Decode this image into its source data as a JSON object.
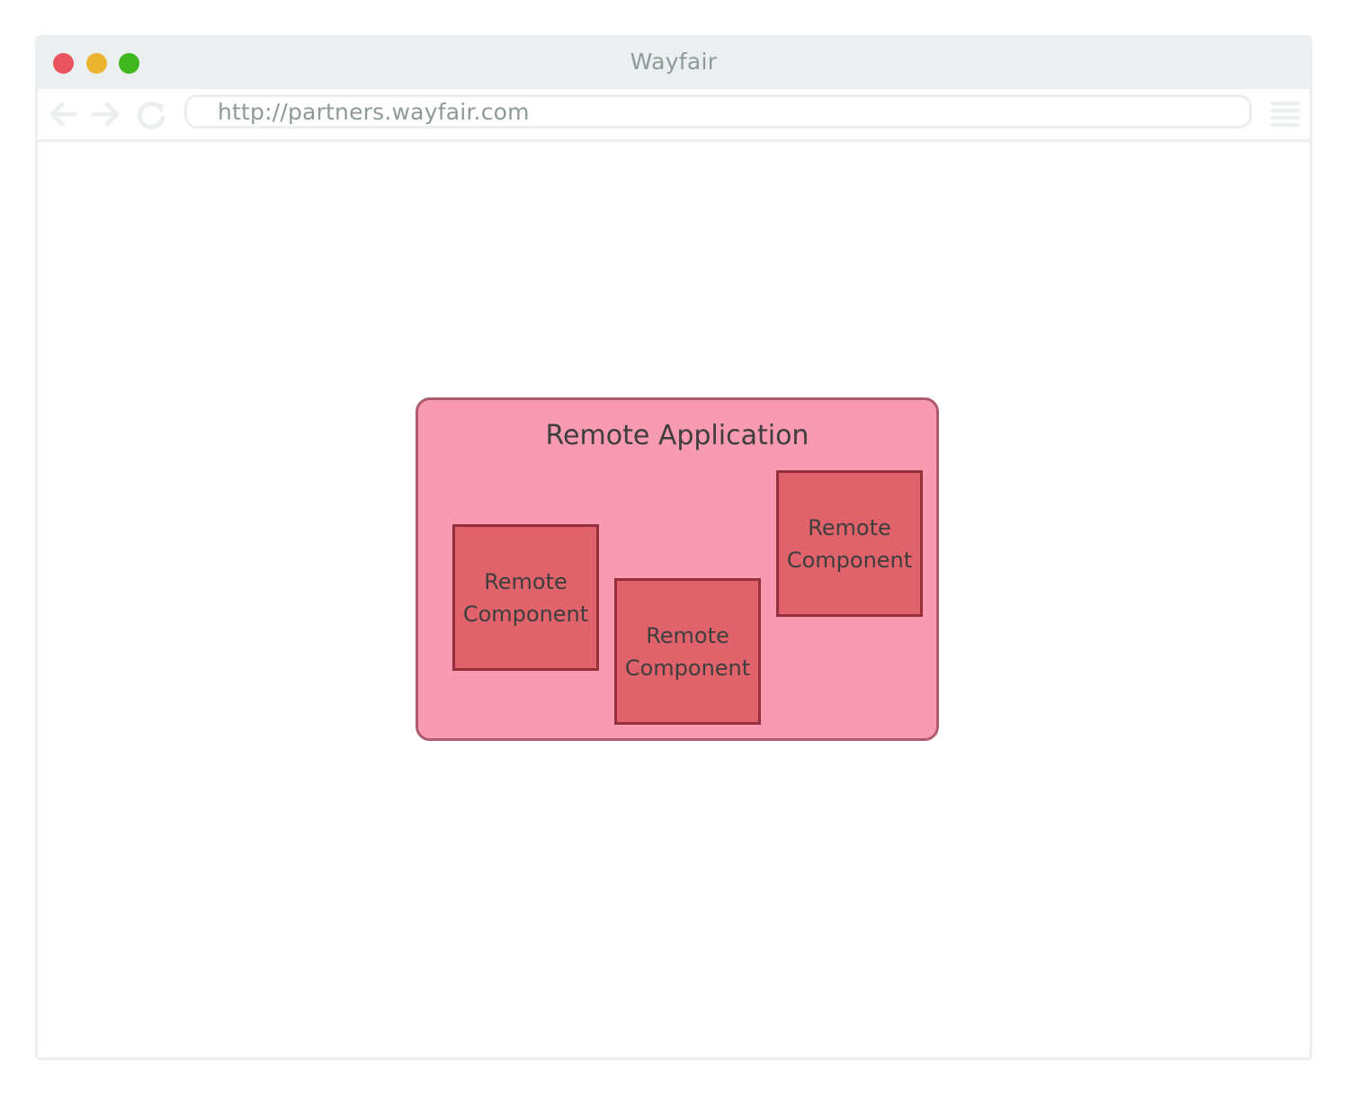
{
  "window": {
    "title": "Wayfair",
    "controls": {
      "close_color": "#e9535e",
      "minimize_color": "#eab42f",
      "maximize_color": "#3fb81f"
    }
  },
  "toolbar": {
    "back_icon": "arrow-left-icon",
    "forward_icon": "arrow-right-icon",
    "reload_icon": "reload-icon",
    "menu_icon": "hamburger-menu-icon",
    "url": "http://partners.wayfair.com"
  },
  "diagram": {
    "application": {
      "label": "Remote Application",
      "fill": "#f89ab1",
      "stroke": "#b05a6d"
    },
    "components": [
      {
        "label": "Remote\nComponent"
      },
      {
        "label": "Remote\nComponent"
      },
      {
        "label": "Remote\nComponent"
      }
    ],
    "component_fill": "#e0636b",
    "component_stroke": "#962f3c"
  }
}
